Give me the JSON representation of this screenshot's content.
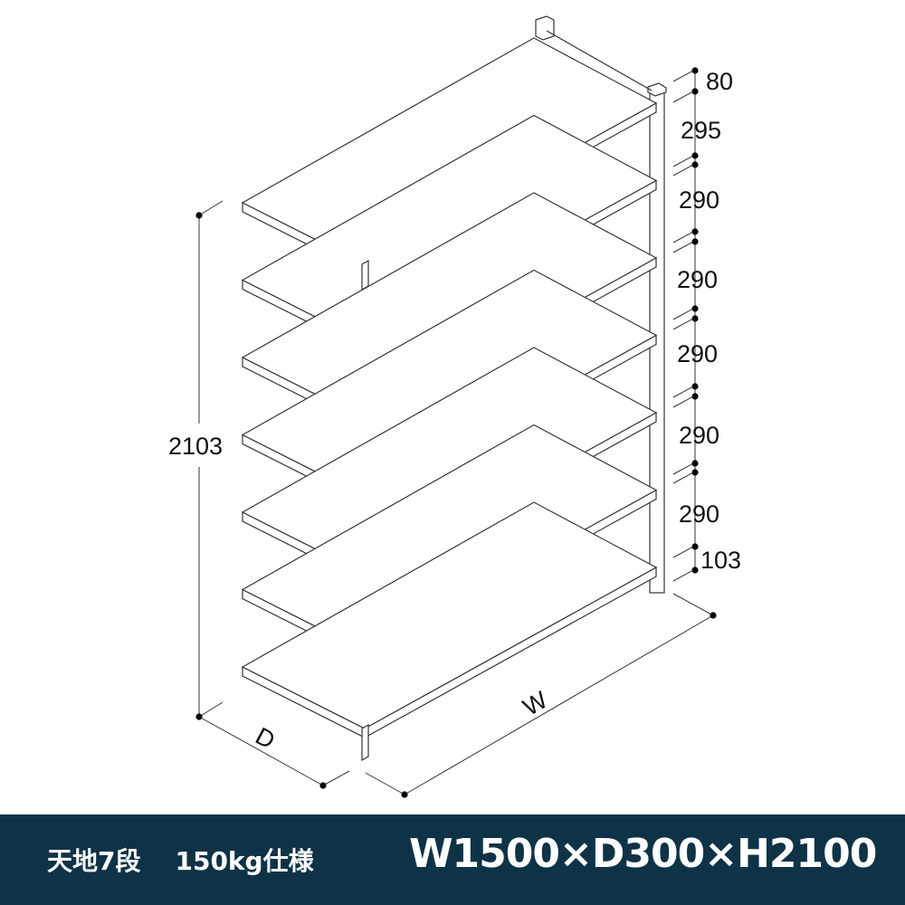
{
  "diagram": {
    "height_label": "2103",
    "depth_label": "D",
    "width_label": "W",
    "shelf_count": 7,
    "spacing_labels": [
      "80",
      "295",
      "290",
      "290",
      "290",
      "290",
      "290",
      "103"
    ]
  },
  "banner": {
    "tiers": "天地7段",
    "load": "150kg仕様",
    "dimensions": "W1500×D300×H2100",
    "background": "#0e3347"
  }
}
